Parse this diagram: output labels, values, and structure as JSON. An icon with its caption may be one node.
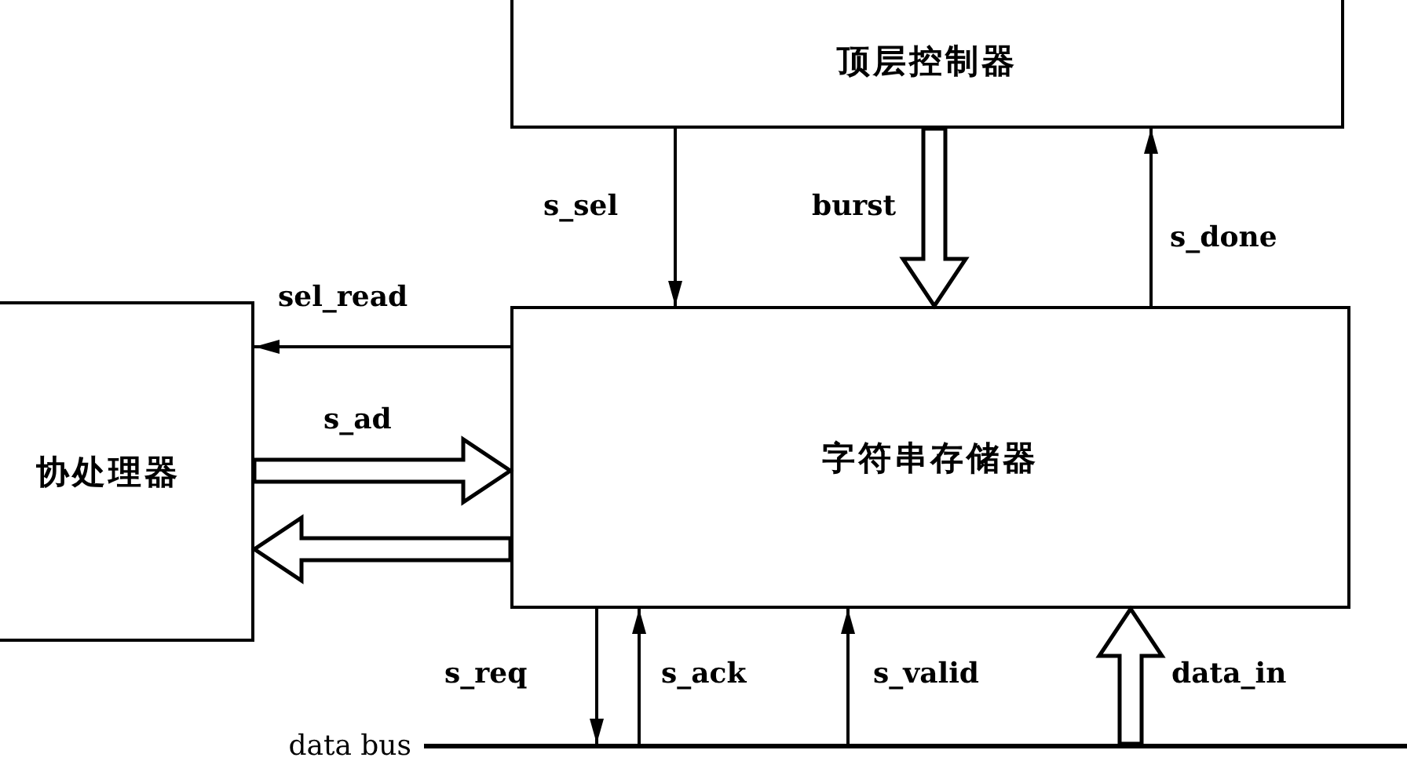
{
  "diagram": {
    "nodes": [
      {
        "text": [
          "顶层控制器"
        ]
      },
      {
        "text": [
          "协处理器"
        ]
      },
      {
        "text": [
          "字符串存储器"
        ]
      },
      {
        "text": [],
        "shape": "bar",
        "beside": [
          "data bus"
        ]
      }
    ],
    "edges": [
      {
        "from": 0,
        "to": 2,
        "arrow": "to",
        "label": "s_sel"
      },
      {
        "from": 0,
        "to": 2,
        "arrow": "to",
        "label": "burst",
        "style": "thick"
      },
      {
        "from": 2,
        "to": 0,
        "arrow": "to",
        "label": "s_done"
      },
      {
        "from": 2,
        "to": 1,
        "arrow": "to",
        "label": "sel_read"
      },
      {
        "from": 1,
        "to": 2,
        "arrow": "to",
        "label": "s_ad",
        "style": "thick"
      },
      {
        "from": 2,
        "to": 1,
        "arrow": "to",
        "style": "thick"
      },
      {
        "from": 2,
        "to": 3,
        "arrow": "to",
        "label": "s_req"
      },
      {
        "from": 3,
        "to": 2,
        "arrow": "to",
        "label": "s_ack"
      },
      {
        "from": 3,
        "to": 2,
        "arrow": "to",
        "label": "s_valid"
      },
      {
        "from": 3,
        "to": 2,
        "arrow": "to",
        "label": "data_in",
        "style": "thick"
      }
    ]
  }
}
